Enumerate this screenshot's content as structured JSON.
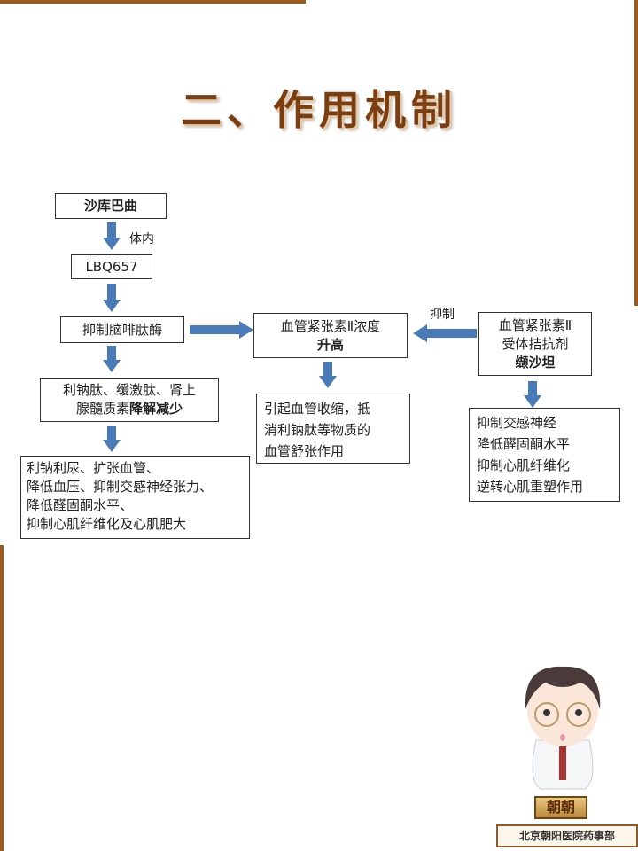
{
  "title": "二、作用机制",
  "nodes": {
    "sacubitril": "沙库巴曲",
    "in_vivo": "体内",
    "lbq657": "LBQ657",
    "inhibit_nep": "抑制脑啡肽酶",
    "peptides_line1": "利钠肽、缓激肽、肾上",
    "peptides_line2": "腺髓质素",
    "peptides_bold": "降解减少",
    "effects_left": [
      "利钠利尿、扩张血管、",
      "降低血压、抑制交感神经张力、",
      "降低醛固酮水平、",
      "抑制心肌纤维化及心肌肥大"
    ],
    "ang2_line1": "血管紧张素Ⅱ浓度",
    "ang2_bold": "升高",
    "ang2_effects": [
      "引起血管收缩，抵",
      "消利钠肽等物质的",
      "血管舒张作用"
    ],
    "inhibit_label": "抑制",
    "arb_line1": "血管紧张素Ⅱ",
    "arb_line2": "受体拮抗剂",
    "arb_bold": "缬沙坦",
    "arb_effects": [
      "抑制交感神经",
      "降低醛固酮水平",
      "抑制心肌纤维化",
      "逆转心肌重塑作用"
    ]
  },
  "mascot_name": "朝朝",
  "footer": "北京朝阳医院药事部",
  "colors": {
    "arrow": "#4a7ab8",
    "border": "#9a5a1e",
    "title": "#7a3e12"
  }
}
